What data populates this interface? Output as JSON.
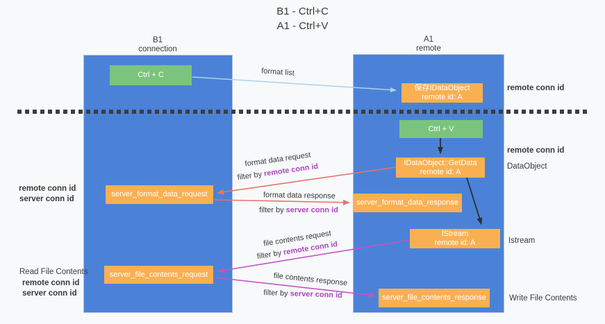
{
  "title": {
    "line1": "B1 - Ctrl+C",
    "line2": "A1 - Ctrl+V"
  },
  "lanes": {
    "left": {
      "name": "B1",
      "subtitle": "connection"
    },
    "right": {
      "name": "A1",
      "subtitle": "remote"
    }
  },
  "nodes": {
    "ctrl_c": {
      "label": "Ctrl + C"
    },
    "ctrl_v": {
      "label": "Ctrl + V"
    },
    "save_dataobject": {
      "line1": "保存IDataObject",
      "line2": "remote id: A"
    },
    "getdata": {
      "line1": "IDataObject::GetData",
      "line2": "remote id: A"
    },
    "istream": {
      "line1": "IStream",
      "line2": "remote id: A"
    },
    "server_format_data_request": {
      "label": "server_format_data_request"
    },
    "server_format_data_response": {
      "label": "server_format_data_response"
    },
    "server_file_contents_request": {
      "label": "server_file_contents_request"
    },
    "server_file_contents_response": {
      "label": "server_file_contents_response"
    }
  },
  "edge_labels": {
    "format_list": "format list",
    "format_data_request": {
      "text": "format data request",
      "filter_prefix": "filter by ",
      "filter_key": "remote conn id"
    },
    "format_data_response": {
      "text": "format data response",
      "filter_prefix": "filter by ",
      "filter_key": "server conn id"
    },
    "file_contents_request": {
      "text": "file contents request",
      "filter_prefix": "filter by ",
      "filter_key": "remote conn id"
    },
    "file_contents_response": {
      "text": "file contents response",
      "filter_prefix": "filter by ",
      "filter_key": "server conn id"
    }
  },
  "side_labels": {
    "right_remote_conn_id_top": "remote conn id",
    "right_remote_conn_id_mid": "remote conn id",
    "dataobject": "DataObject",
    "istream": "Istream",
    "write_file_contents": "Write File Contents",
    "left_remote_conn_id_top": "remote conn id",
    "left_server_conn_id_top": "server conn id",
    "read_file_contents": "Read File Contents",
    "left_remote_conn_id_bottom": "remote conn id",
    "left_server_conn_id_bottom": "server conn id"
  },
  "colors": {
    "lane_blue": "#4b82d8",
    "box_orange": "#f9b052",
    "box_green": "#7bc47d",
    "purple_label": "#ab47bc",
    "green_label": "#66bb6a",
    "salmon_arrow": "#e8736c",
    "magenta_arrow": "#c653c6",
    "lightblue_arrow": "#a9d3ee",
    "black_arrow": "#2e2e2e",
    "dashed_divider": "#3d3d3d"
  }
}
